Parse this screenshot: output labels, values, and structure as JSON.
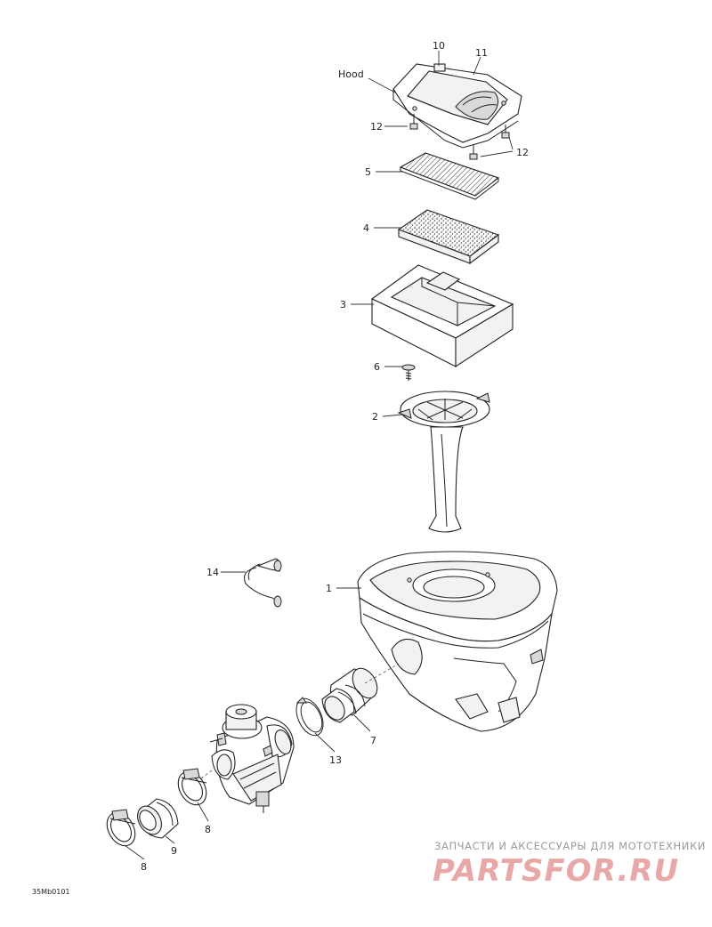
{
  "labels": {
    "hood": "Hood",
    "p1": "1",
    "p2": "2",
    "p3": "3",
    "p4": "4",
    "p5": "5",
    "p6": "6",
    "p7": "7",
    "p8a": "8",
    "p8b": "8",
    "p9": "9",
    "p10": "10",
    "p11": "11",
    "p12a": "12",
    "p12b": "12",
    "p13": "13",
    "p14": "14"
  },
  "code": "35Mb0101",
  "watermark": {
    "tagline": "ЗАПЧАСТИ И АКСЕССУАРЫ ДЛЯ МОТОТЕХНИКИ",
    "brand": "PARTSFOR.RU"
  }
}
